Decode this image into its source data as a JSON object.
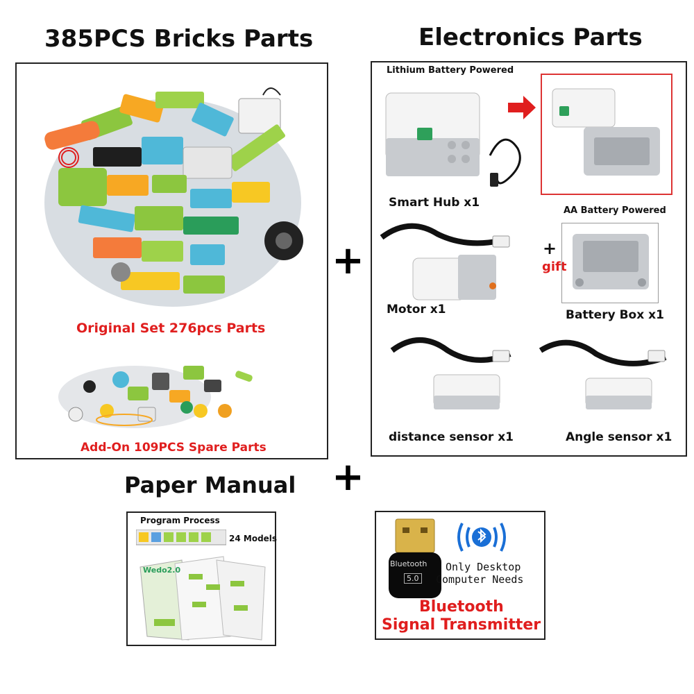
{
  "bricks": {
    "title": "385PCS Bricks Parts",
    "original_label": "Original Set 276pcs Parts",
    "addon_label": "Add-On 109PCS Spare Parts"
  },
  "electronics": {
    "title": "Electronics Parts",
    "lithium_label": "Lithium Battery Powered",
    "smart_hub_label": "Smart Hub x1",
    "aa_label": "AA Battery Powered",
    "plus_sign": "+",
    "gift_label": "gift",
    "motor_label": "Motor x1",
    "battery_box_label": "Battery Box x1",
    "distance_label": "distance sensor x1",
    "angle_label": "Angle sensor x1"
  },
  "manual": {
    "title": "Paper Manual",
    "program_process": "Program Process",
    "models": "24 Models",
    "booklet_text": "Wedo2.0"
  },
  "bluetooth": {
    "dongle_text": "Bluetooth",
    "version": "5.0",
    "note_line1": "Only Desktop",
    "note_line2": "Computer Needs",
    "title_line1": "Bluetooth",
    "title_line2": "Signal Transmitter"
  },
  "plus_signs": [
    "+",
    "+"
  ],
  "colors": {
    "accent_red": "#e01e1e",
    "border": "#222222"
  }
}
